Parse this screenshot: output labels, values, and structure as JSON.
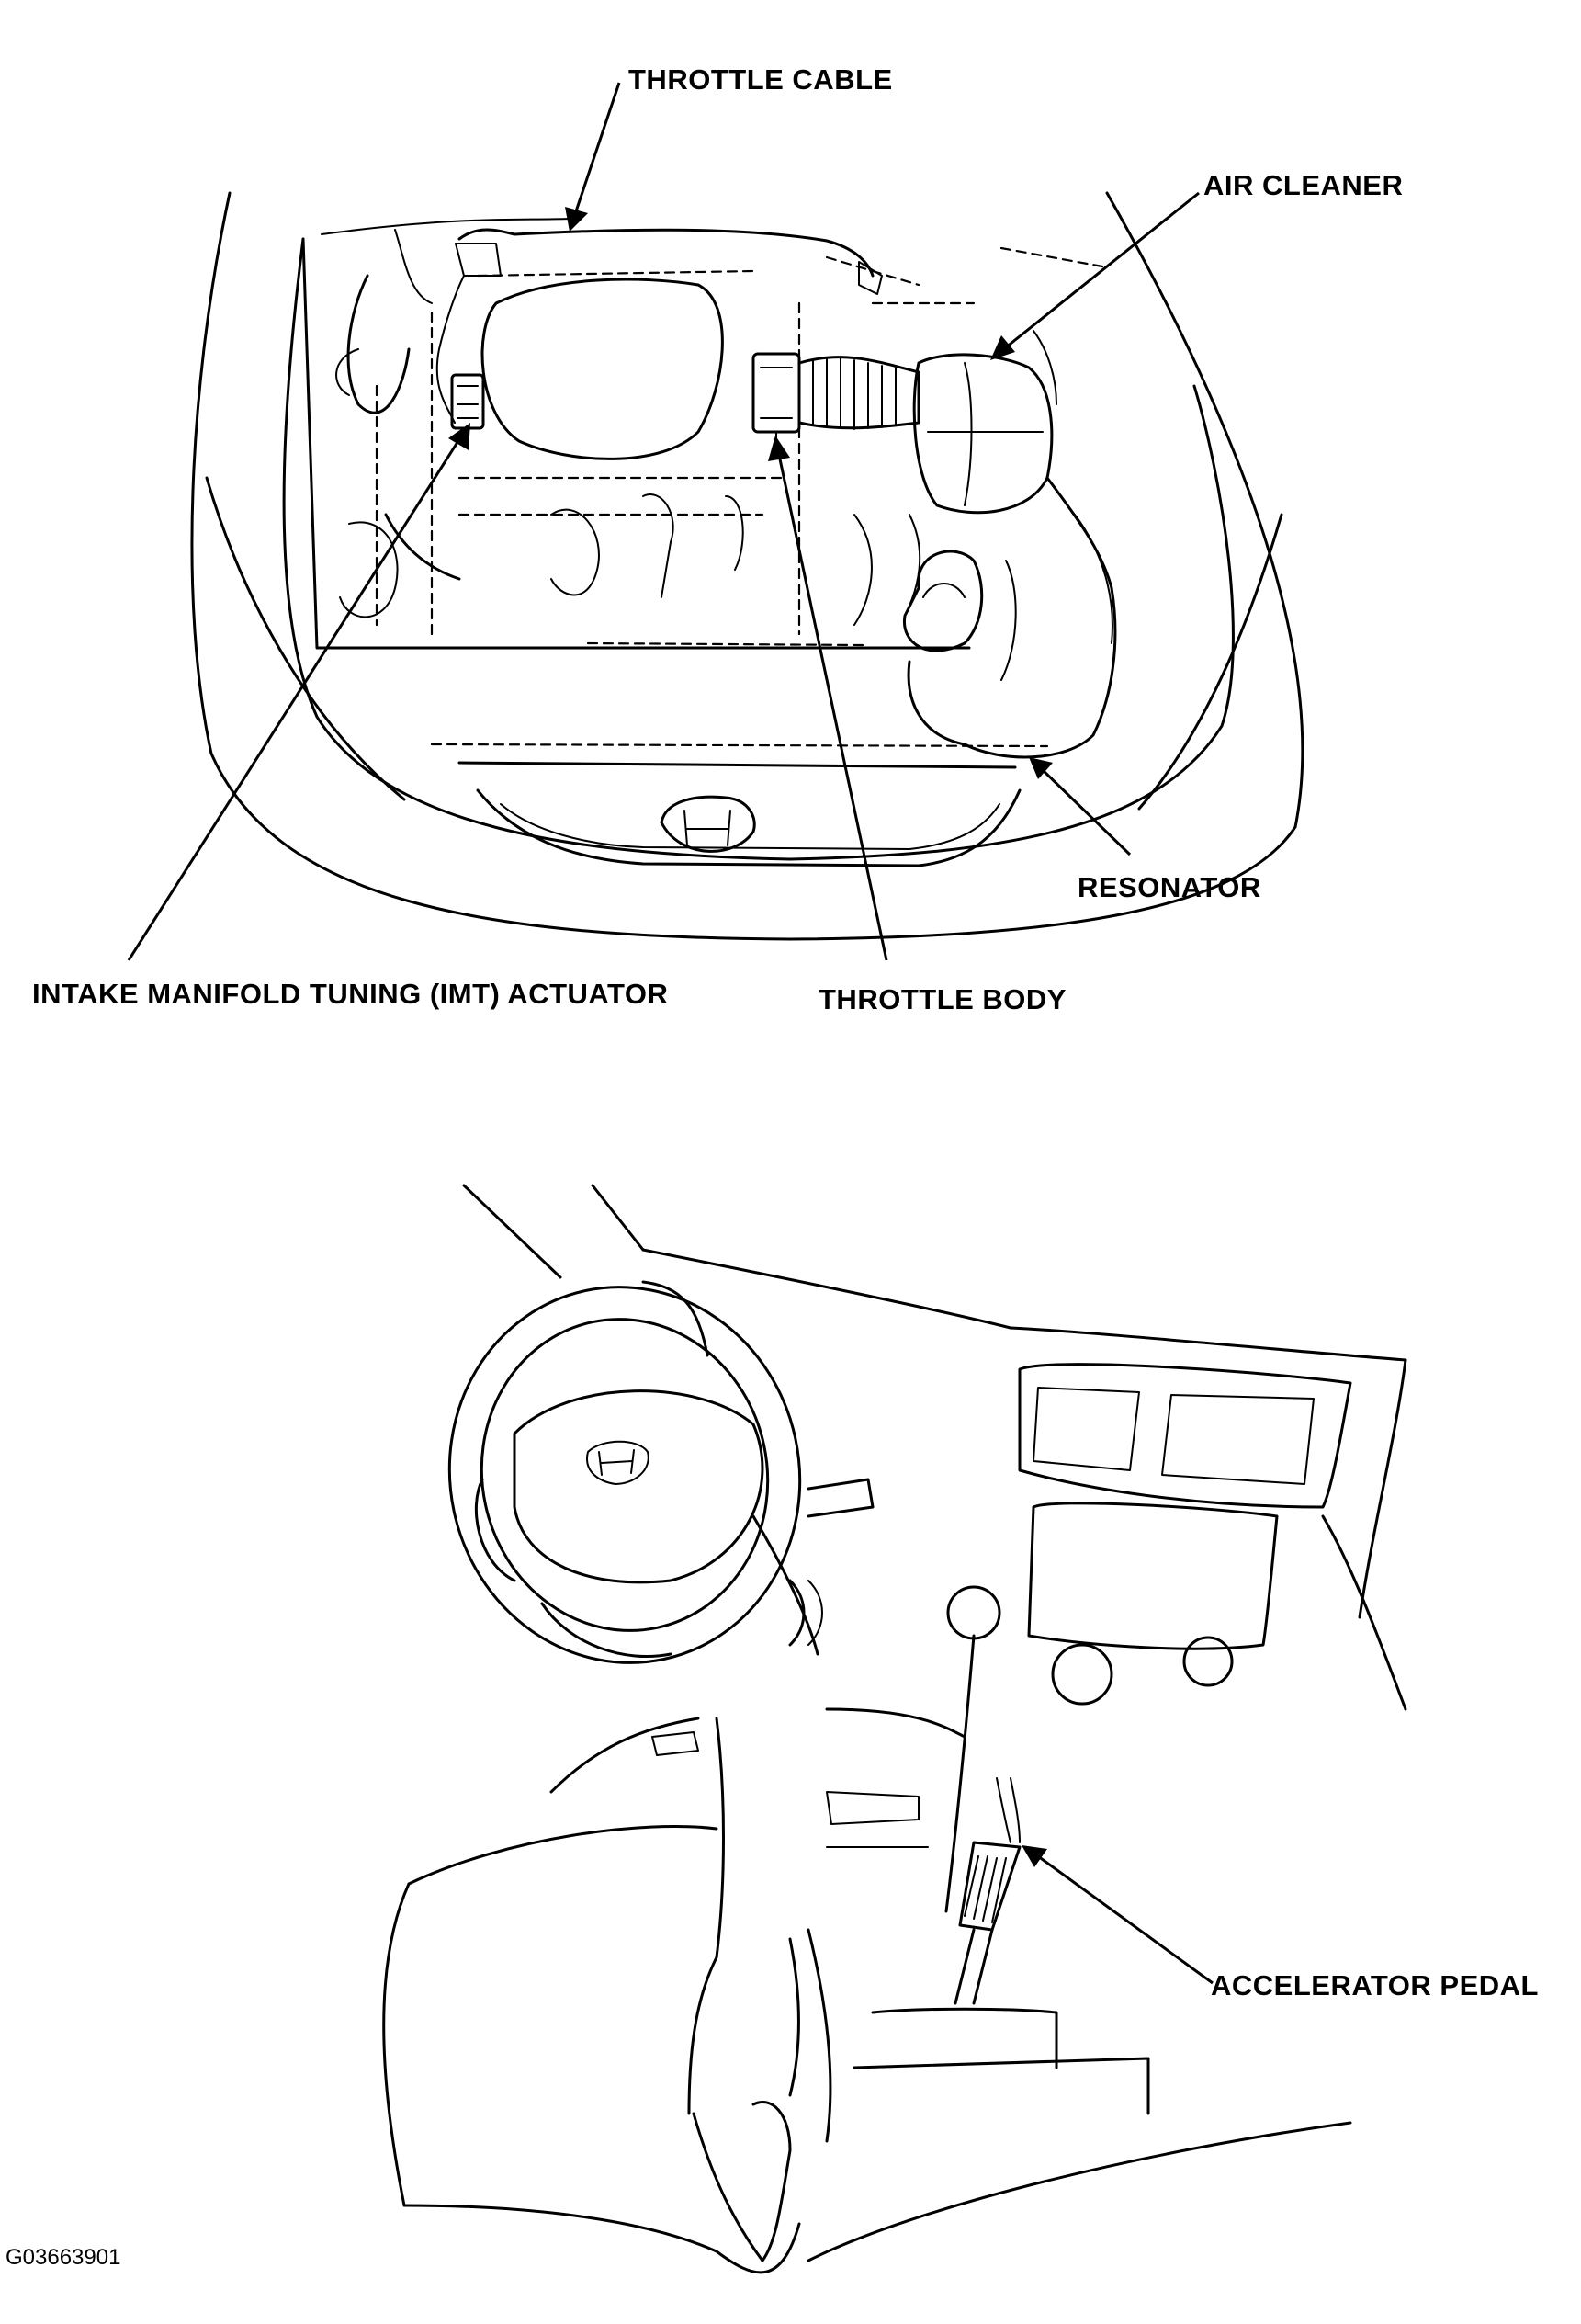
{
  "labels": {
    "throttle_cable": "THROTTLE CABLE",
    "air_cleaner": "AIR CLEANER",
    "resonator": "RESONATOR",
    "imt_actuator": "INTAKE MANIFOLD TUNING (IMT) ACTUATOR",
    "throttle_body": "THROTTLE BODY",
    "accelerator_pedal": "ACCELERATOR PEDAL"
  },
  "figure_code": "G03663901"
}
